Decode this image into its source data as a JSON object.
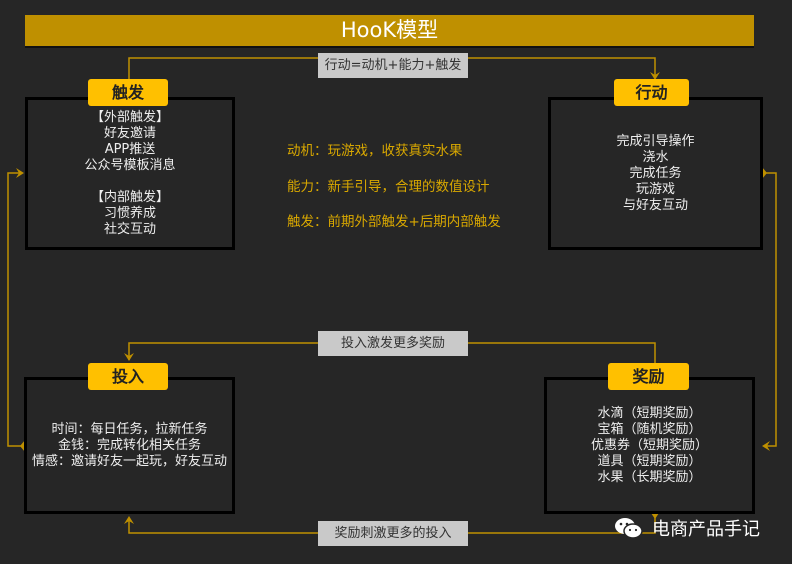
{
  "title": "HooK模型",
  "connectors": {
    "top": "行动=动机+能力+触发",
    "middle": "投入激发更多奖励",
    "bottom": "奖励刺激更多的投入"
  },
  "trigger": {
    "label": "触发",
    "external_header": "【外部触发】",
    "external": [
      "好友邀请",
      "APP推送",
      "公众号模板消息"
    ],
    "internal_header": "【内部触发】",
    "internal": [
      "习惯养成",
      "社交互动"
    ]
  },
  "action": {
    "label": "行动",
    "items": [
      "完成引导操作",
      "浇水",
      "完成任务",
      "玩游戏",
      "与好友互动"
    ]
  },
  "investment": {
    "label": "投入",
    "items": [
      "时间：每日任务，拉新任务",
      "金钱：完成转化相关任务",
      "情感：邀请好友一起玩，好友互动"
    ]
  },
  "reward": {
    "label": "奖励",
    "items": [
      "水滴（短期奖励）",
      "宝箱（随机奖励）",
      "优惠券（短期奖励）",
      "道具（短期奖励）",
      "水果（长期奖励）"
    ]
  },
  "center_notes": [
    "动机：玩游戏，收获真实水果",
    "能力：新手引导，合理的数值设计",
    "触发：前期外部触发+后期内部触发"
  ],
  "watermark": "电商产品手记",
  "colors": {
    "accent": "#ffc000",
    "title_bar": "#bf9000",
    "line": "#bf9000",
    "note_text": "#d9a800"
  }
}
